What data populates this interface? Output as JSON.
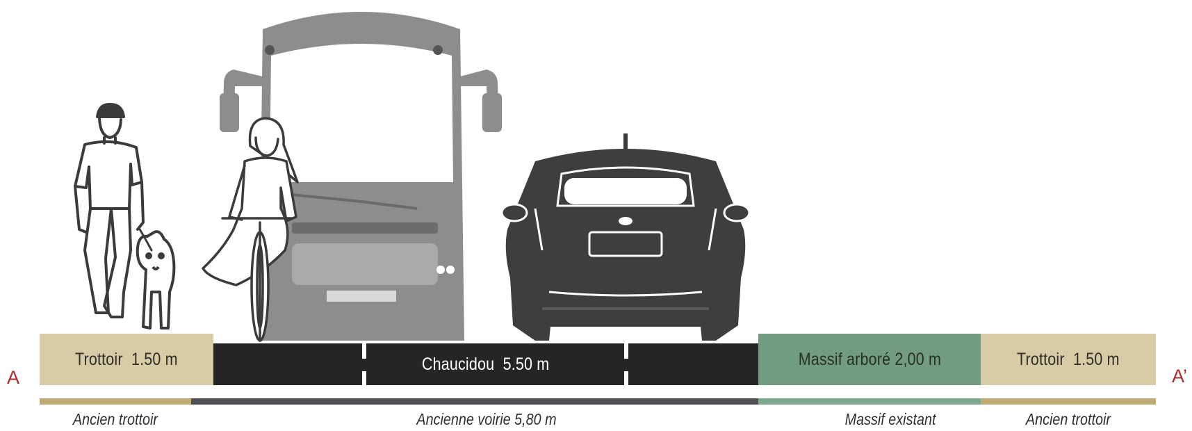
{
  "section": {
    "start_marker": "A",
    "end_marker": "A’"
  },
  "new_profile": {
    "sidewalk_left": "Trottoir  1.50 m",
    "roadway": "Chaucidou  5.50 m",
    "planter": "Massif arboré 2,00 m",
    "sidewalk_right": "Trottoir  1.50 m"
  },
  "existing_profile": {
    "sidewalk_left": "Ancien trottoir",
    "roadway": "Ancienne voirie  5,80 m",
    "planter": "Massif existant",
    "sidewalk_right": "Ancien trottoir"
  },
  "colors": {
    "sidewalk": "#d8cca7",
    "roadway": "#252525",
    "planter": "#719c7f",
    "old_sidewalk": "#c1ab74",
    "old_roadway": "#4f5154",
    "old_planter": "#7ea98c",
    "marker": "#b0272c"
  },
  "figures": [
    "pedestrian-with-dog",
    "cyclist",
    "bus",
    "car"
  ]
}
